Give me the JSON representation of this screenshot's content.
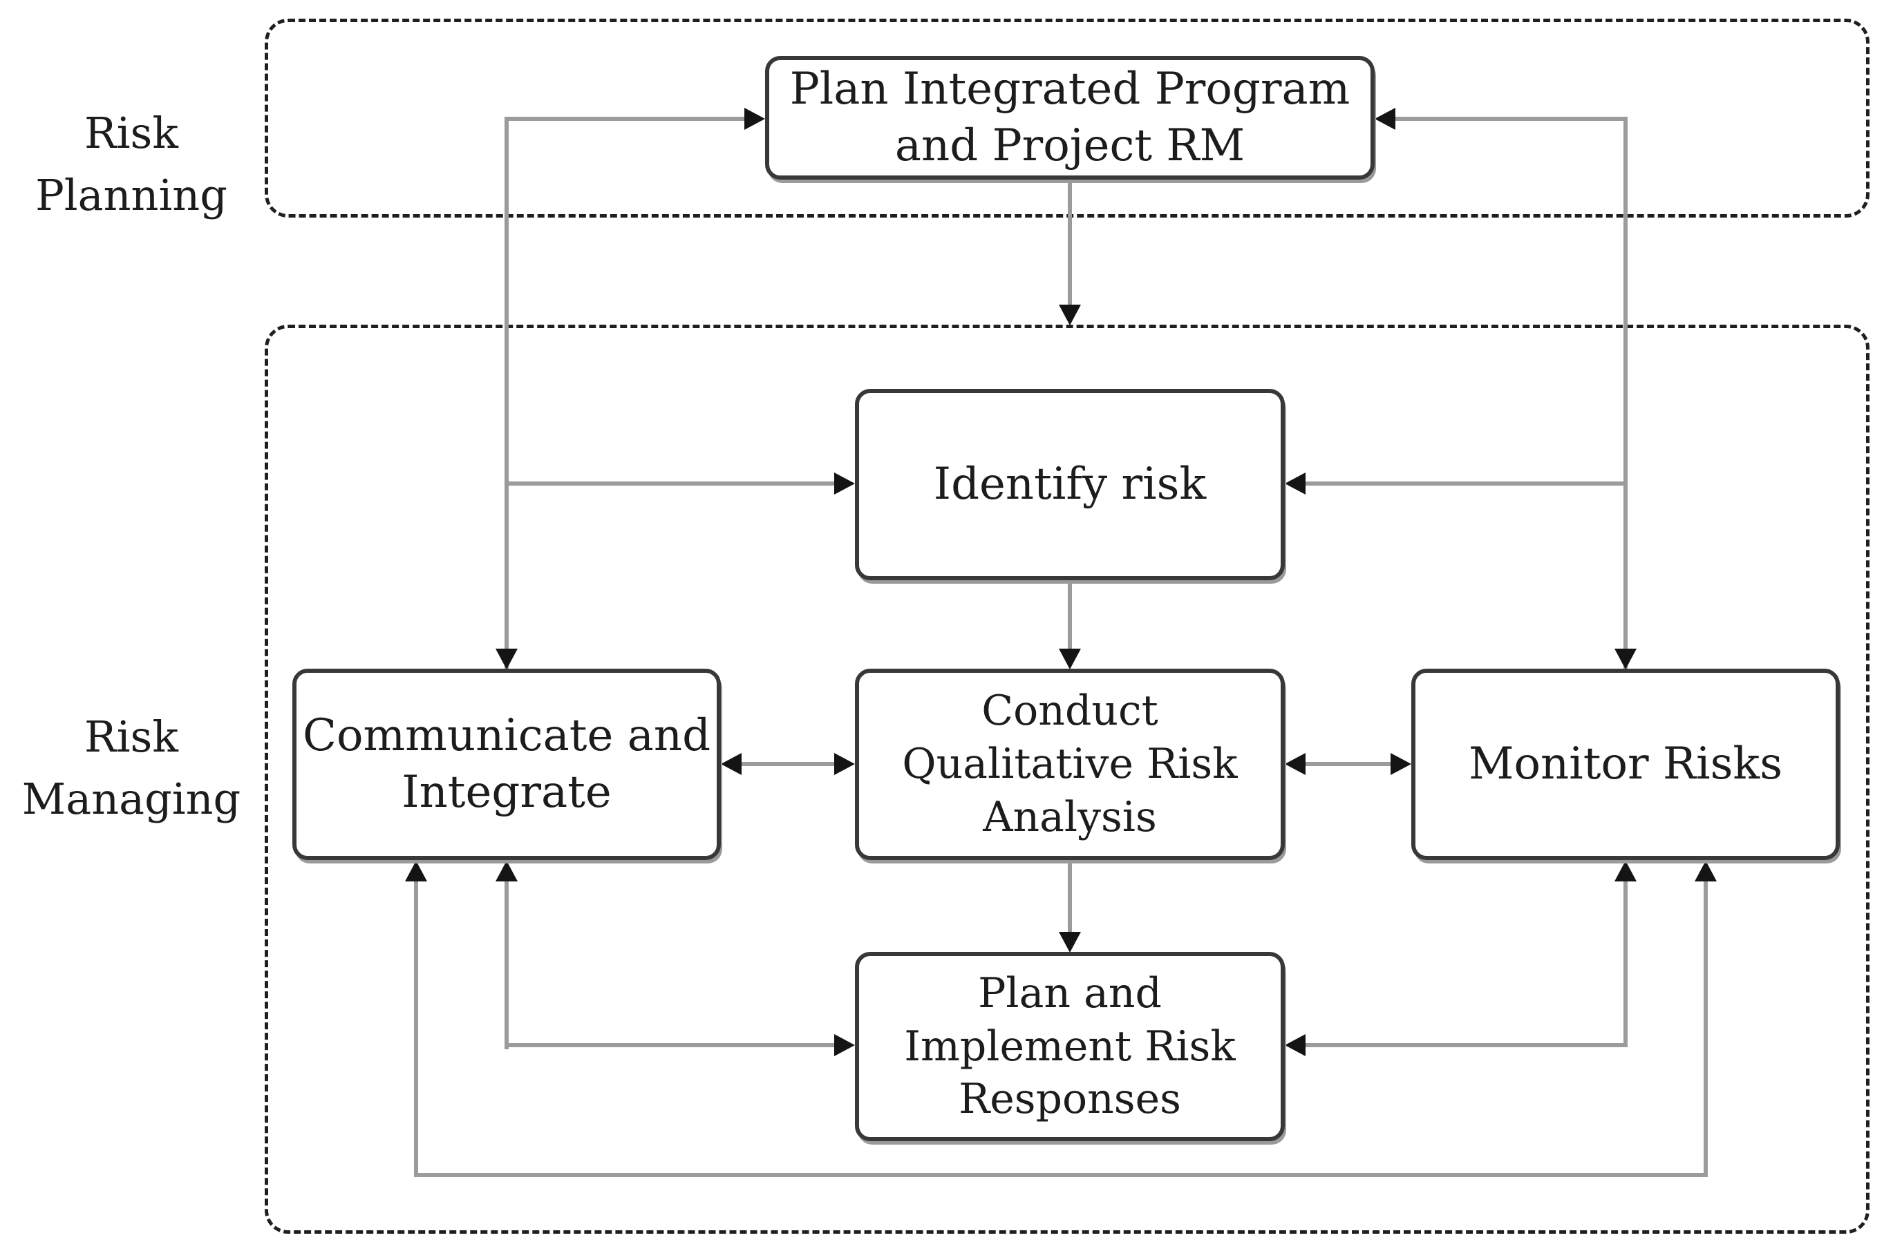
{
  "diagram": {
    "colors": {
      "line_color": "#9b9b9b",
      "arrow_color": "#141414",
      "border_color": "#383838",
      "dash_color": "#1f1f1f",
      "text_color": "#1c1c1c",
      "bg_color": "#ffffff"
    },
    "labels": {
      "risk_planning": {
        "line1": "Risk",
        "line2": "Planning"
      },
      "risk_managing": {
        "line1": "Risk",
        "line2": "Managing"
      }
    },
    "nodes": {
      "plan_rm": {
        "line1": "Plan Integrated Program",
        "line2": "and Project RM"
      },
      "identify": {
        "line1": "Identify risk"
      },
      "communicate": {
        "line1": "Communicate and",
        "line2": "Integrate"
      },
      "conduct": {
        "line1": "Conduct",
        "line2": "Qualitative Risk",
        "line3": "Analysis"
      },
      "monitor": {
        "line1": "Monitor Risks"
      },
      "plan_responses": {
        "line1": "Plan and",
        "line2": "Implement Risk",
        "line3": "Responses"
      }
    }
  }
}
